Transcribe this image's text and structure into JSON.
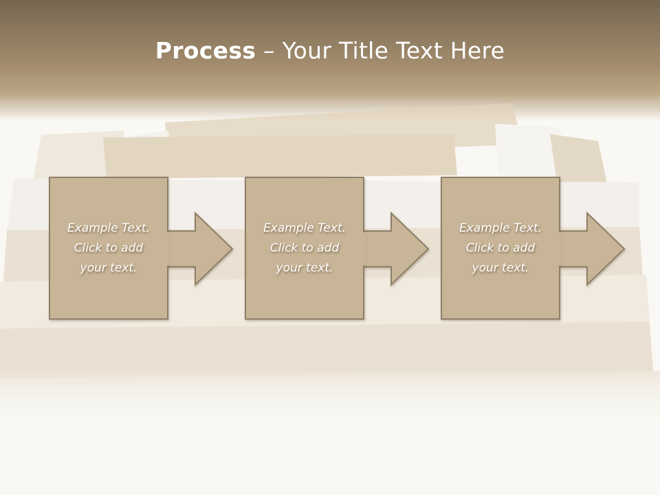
{
  "slide": {
    "title_bold": "Process",
    "title_rest": " – Your Title Text Here"
  },
  "steps": [
    {
      "text": "Example Text.\nClick  to add\nyour text."
    },
    {
      "text": "Example Text.\nClick  to add\nyour text."
    },
    {
      "text": "Example Text.\nClick  to add\nyour text."
    }
  ],
  "colors": {
    "header_top": "#7a6a52",
    "header_bottom": "#b8a181",
    "box_fill": "#c8b597",
    "box_border": "#8e7f69",
    "arrow_fill": "#c8b597"
  }
}
